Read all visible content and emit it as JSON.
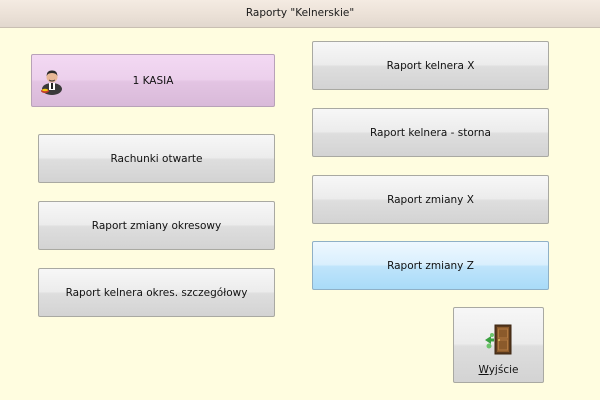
{
  "window": {
    "title": "Raporty \"Kelnerskie\""
  },
  "left_buttons": [
    {
      "label": "1 KASIA",
      "icon": "waiter-icon",
      "color": "#ecd0ec"
    },
    {
      "label": "Rachunki otwarte",
      "color": "#e6e6e6"
    },
    {
      "label": "Raport zmiany okresowy",
      "color": "#e6e6e6"
    },
    {
      "label": "Raport kelnera okres. szczegółowy",
      "color": "#e6e6e6"
    }
  ],
  "right_buttons": [
    {
      "label": "Raport kelnera X",
      "color": "#e6e6e6"
    },
    {
      "label": "Raport kelnera - storna",
      "color": "#e6e6e6"
    },
    {
      "label": "Raport zmiany X",
      "color": "#e6e6e6"
    },
    {
      "label": "Raport zmiany Z",
      "color": "#bfe4fb"
    }
  ],
  "exit_button": {
    "label_underlined": "W",
    "label_rest": "yjście",
    "icon": "exit-door-icon"
  },
  "colors": {
    "background": "#fffde0",
    "highlight_pink": "#ecd0ec",
    "highlight_blue": "#bfe4fb"
  }
}
